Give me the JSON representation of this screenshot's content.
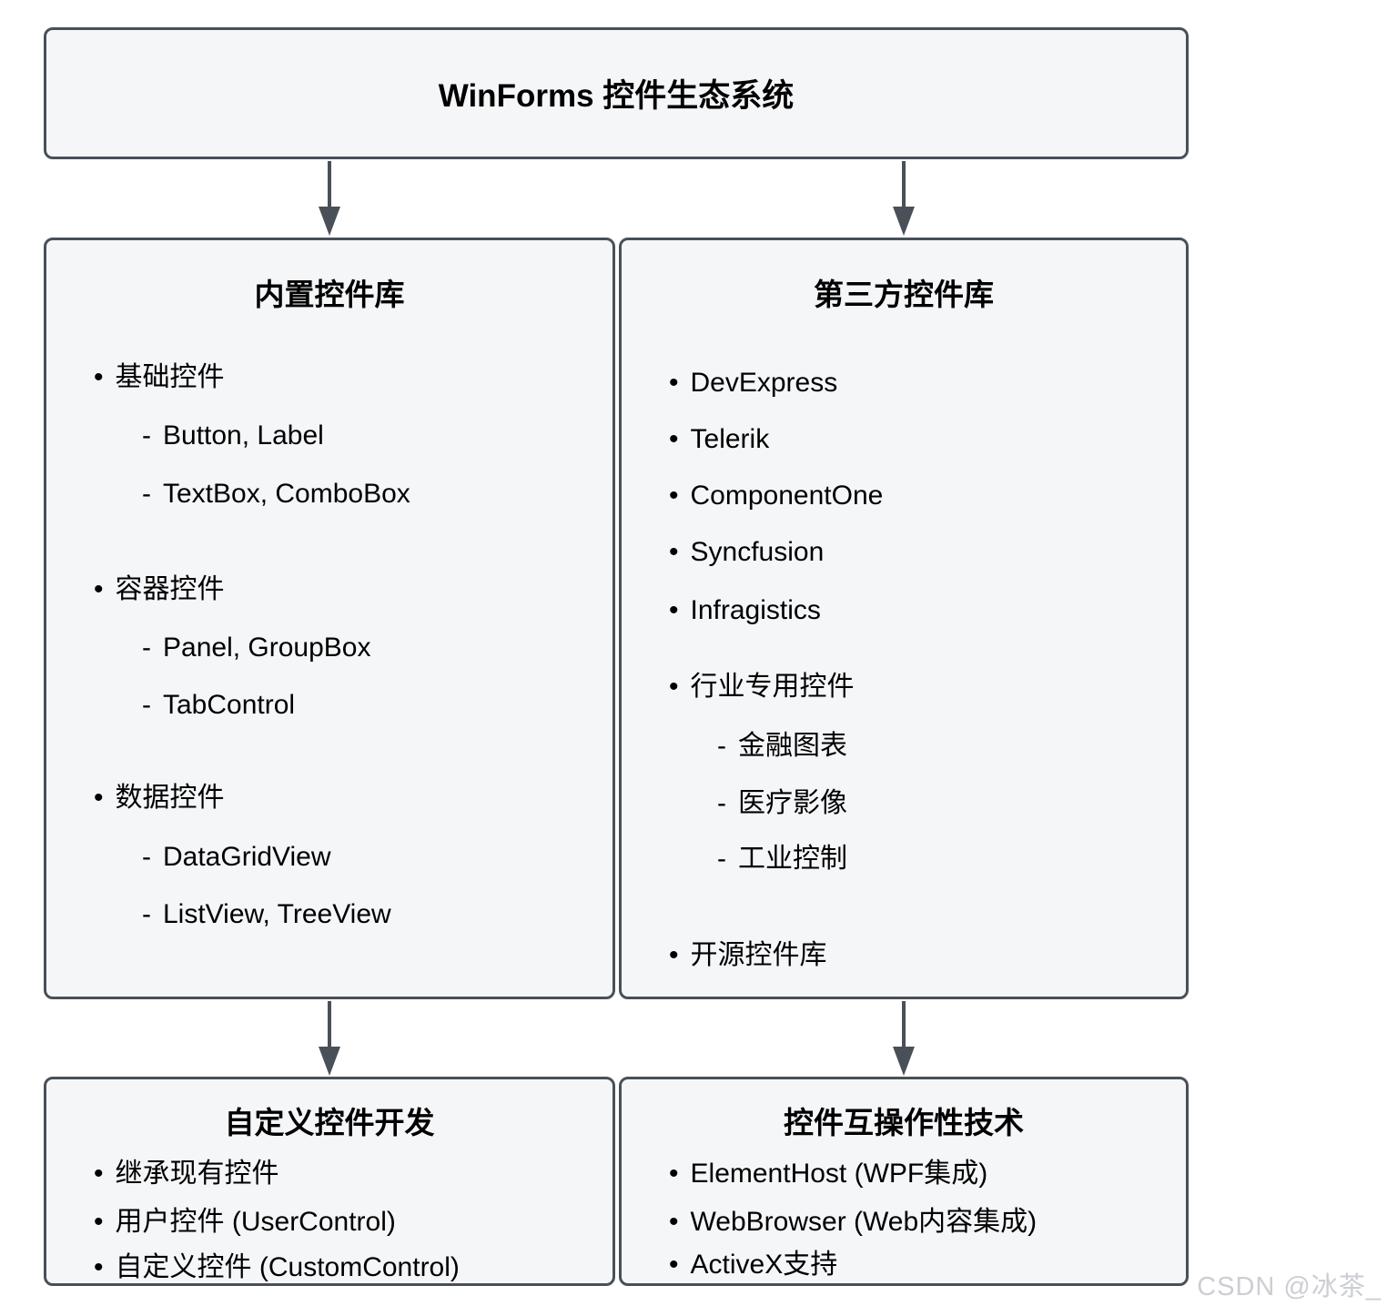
{
  "root": {
    "title": "WinForms 控件生态系统"
  },
  "watermark": "CSDN @冰茶_",
  "colors": {
    "border": "#495057",
    "fill": "#f5f6f8",
    "arrow": "#495057",
    "watermark": "#ccced3"
  },
  "boxes": {
    "builtin": {
      "title": "内置控件库",
      "items": [
        {
          "marker": "•",
          "text": "基础控件"
        },
        {
          "marker": "-",
          "text": "Button, Label"
        },
        {
          "marker": "-",
          "text": "TextBox, ComboBox"
        },
        {
          "marker": "•",
          "text": "容器控件"
        },
        {
          "marker": "-",
          "text": "Panel, GroupBox"
        },
        {
          "marker": "-",
          "text": "TabControl"
        },
        {
          "marker": "•",
          "text": "数据控件"
        },
        {
          "marker": "-",
          "text": "DataGridView"
        },
        {
          "marker": "-",
          "text": "ListView, TreeView"
        }
      ]
    },
    "thirdparty": {
      "title": "第三方控件库",
      "items": [
        {
          "marker": "•",
          "text": "DevExpress"
        },
        {
          "marker": "•",
          "text": "Telerik"
        },
        {
          "marker": "•",
          "text": "ComponentOne"
        },
        {
          "marker": "•",
          "text": "Syncfusion"
        },
        {
          "marker": "•",
          "text": "Infragistics"
        },
        {
          "marker": "•",
          "text": "行业专用控件"
        },
        {
          "marker": "-",
          "text": "金融图表"
        },
        {
          "marker": "-",
          "text": "医疗影像"
        },
        {
          "marker": "-",
          "text": "工业控制"
        },
        {
          "marker": "•",
          "text": "开源控件库"
        }
      ]
    },
    "custom": {
      "title": "自定义控件开发",
      "items": [
        {
          "marker": "•",
          "text": "继承现有控件"
        },
        {
          "marker": "•",
          "text": "用户控件 (UserControl)"
        },
        {
          "marker": "•",
          "text": "自定义控件 (CustomControl)"
        }
      ]
    },
    "interop": {
      "title": "控件互操作性技术",
      "items": [
        {
          "marker": "•",
          "text": "ElementHost (WPF集成)"
        },
        {
          "marker": "•",
          "text": "WebBrowser (Web内容集成)"
        },
        {
          "marker": "•",
          "text": "ActiveX支持"
        }
      ]
    }
  }
}
